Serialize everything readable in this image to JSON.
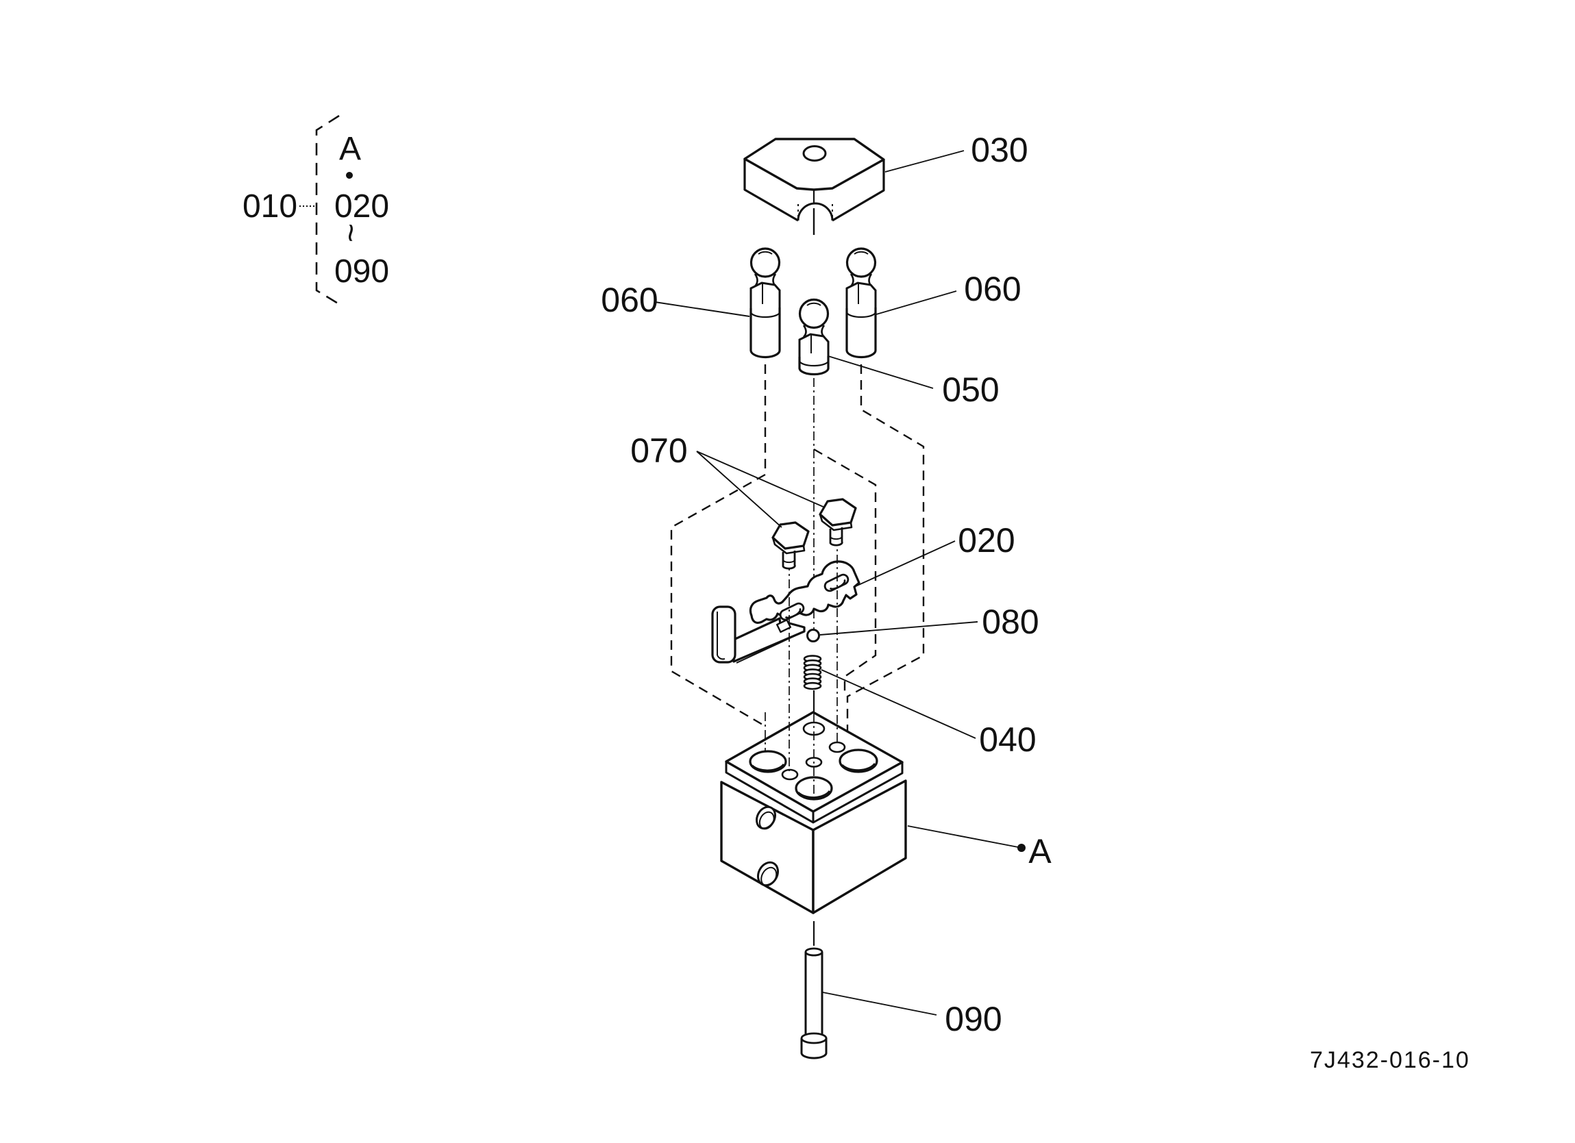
{
  "doc": {
    "background": "#ffffff",
    "ink": "#111111",
    "drawing_number": "7J432-016-10"
  },
  "legend": {
    "view_letter": "A",
    "group": "010",
    "range_start": "020",
    "range_separator": "~",
    "range_end": "090"
  },
  "callouts": {
    "c030": "030",
    "c060_left": "060",
    "c060_right": "060",
    "c050": "050",
    "c070": "070",
    "c020": "020",
    "c080": "080",
    "c040": "040",
    "c090": "090",
    "view_a": "A"
  }
}
